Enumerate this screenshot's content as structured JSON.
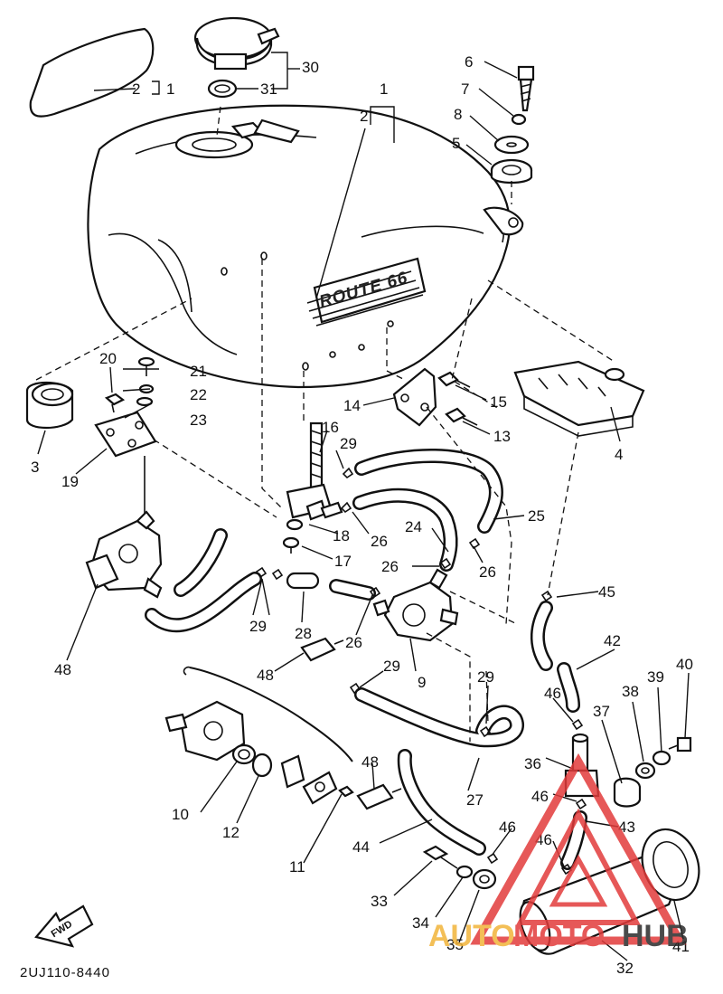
{
  "diagram_code": "2UJ110-8440",
  "fwd_label": "FWD",
  "watermark": {
    "text_part1": "AUTO",
    "text_part2": "MOTO",
    "text_part3": "HUB",
    "colors": {
      "triangle": "#e23b3b",
      "auto": "#f2b43a",
      "moto": "#e23b3b",
      "hub": "#2b2b2b"
    }
  },
  "tank_badge": "ROUTE 66",
  "callouts": {
    "c1a": "1",
    "c1b": "1",
    "c2a": "2",
    "c2b": "2",
    "c3": "3",
    "c4": "4",
    "c5": "5",
    "c6": "6",
    "c7": "7",
    "c8": "8",
    "c9": "9",
    "c10": "10",
    "c11": "11",
    "c12": "12",
    "c13": "13",
    "c14": "14",
    "c15": "15",
    "c16": "16",
    "c17": "17",
    "c18": "18",
    "c19": "19",
    "c20": "20",
    "c21": "21",
    "c22": "22",
    "c23": "23",
    "c24": "24",
    "c25": "25",
    "c26a": "26",
    "c26b": "26",
    "c26c": "26",
    "c26d": "26",
    "c27": "27",
    "c28": "28",
    "c29a": "29",
    "c29b": "29",
    "c29c": "29",
    "c29d": "29",
    "c30": "30",
    "c31": "31",
    "c32": "32",
    "c33": "33",
    "c34": "34",
    "c35": "35",
    "c36": "36",
    "c37": "37",
    "c38": "38",
    "c39": "39",
    "c40": "40",
    "c41": "41",
    "c42": "42",
    "c43": "43",
    "c44": "44",
    "c45": "45",
    "c46a": "46",
    "c46b": "46",
    "c46c": "46",
    "c46d": "46",
    "c48a": "48",
    "c48b": "48",
    "c48c": "48"
  }
}
